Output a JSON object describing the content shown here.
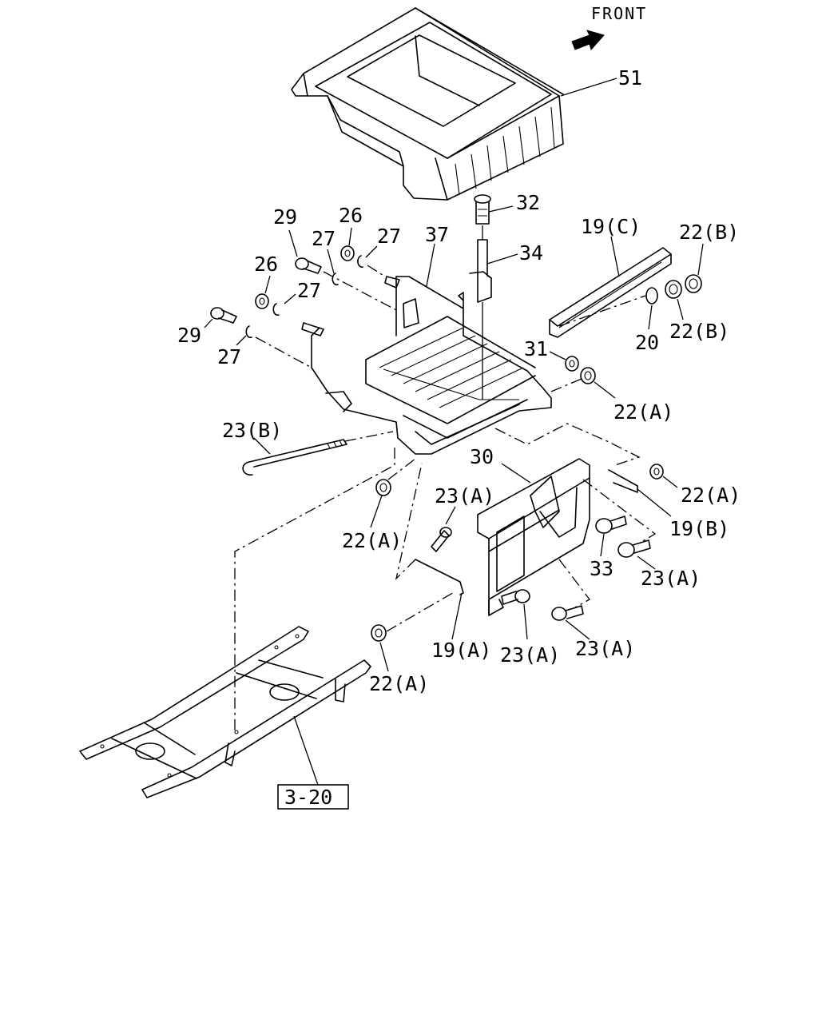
{
  "front_label": "FRONT",
  "reference_box": "3-20",
  "callouts": {
    "c51": "51",
    "c32": "32",
    "c34": "34",
    "c19c": "19(C)",
    "c22b_top": "22(B)",
    "c22b_mid": "22(B)",
    "c20": "20",
    "c29_top": "29",
    "c26_top": "26",
    "c27_a": "27",
    "c27_b": "27",
    "c37": "37",
    "c26_mid": "26",
    "c27_c": "27",
    "c29_low": "29",
    "c27_d": "27",
    "c31": "31",
    "c22a_right": "22(A)",
    "c23b": "23(B)",
    "c30": "30",
    "c22a_far": "22(A)",
    "c23a_top": "23(A)",
    "c19b": "19(B)",
    "c22a_left": "22(A)",
    "c33": "33",
    "c23a_right": "23(A)",
    "c19a": "19(A)",
    "c23a_b1": "23(A)",
    "c23a_b2": "23(A)",
    "c22a_bottom": "22(A)"
  }
}
